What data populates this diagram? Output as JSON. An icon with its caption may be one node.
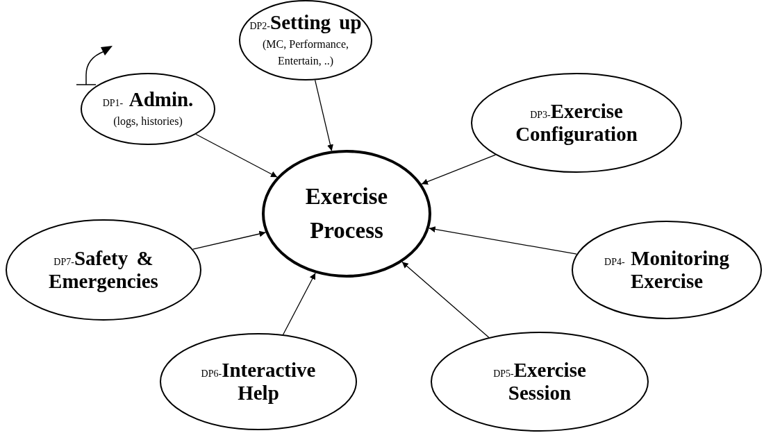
{
  "diagram": {
    "nodes": [
      {
        "text": [
          "DP2-**Setting up**",
          "(MC, Performance, Entertain, ..)"
        ]
      },
      {
        "text": [
          "DP1- **Admin.**",
          "(logs, histories)"
        ]
      },
      {
        "text": [
          "DP3-**Exercise Configuration**"
        ]
      },
      {
        "text": [
          "Exercise Process"
        ]
      },
      {
        "text": [
          "DP7-**Safety & Emergencies**"
        ]
      },
      {
        "text": [
          "DP4- **Monitoring Exercise**"
        ]
      },
      {
        "text": [
          "DP6-**Interactive Help**"
        ]
      },
      {
        "text": [
          "DP5-**Exercise Session**"
        ]
      }
    ],
    "edges": [
      {
        "from": 1,
        "to": 3,
        "arrow": "to"
      },
      {
        "from": 0,
        "to": 3,
        "arrow": "to"
      },
      {
        "from": 2,
        "to": 3,
        "arrow": "to"
      },
      {
        "from": 4,
        "to": 3,
        "arrow": "to"
      },
      {
        "from": 5,
        "to": 3,
        "arrow": "to"
      },
      {
        "from": 6,
        "to": 3,
        "arrow": "to"
      },
      {
        "from": 7,
        "to": 3,
        "arrow": "to"
      }
    ]
  }
}
